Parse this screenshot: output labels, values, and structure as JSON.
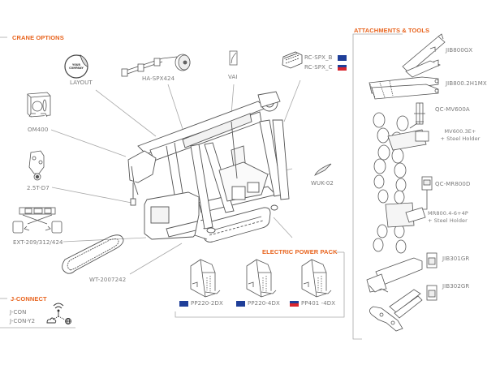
{
  "sections": {
    "crane_options": {
      "title": "CRANE OPTIONS",
      "items": [
        {
          "label": "LAYOUT",
          "badge": "YOUR COMPANY"
        },
        {
          "label": "HA-SPX424"
        },
        {
          "label": "VAI"
        },
        {
          "label": "RC-SPX_B",
          "flag": "eu"
        },
        {
          "label": "RC-SPX_C",
          "flag": "us"
        },
        {
          "label": "OM400"
        },
        {
          "label": "2.5T-D7"
        },
        {
          "label": "EXT-209/312/424"
        },
        {
          "label": "WT-2007242"
        },
        {
          "label": "WUK-02"
        }
      ]
    },
    "attachments_tools": {
      "title": "ATTACHMENTS & TOOLS",
      "items": [
        {
          "label": "JIB800GX"
        },
        {
          "label": "JIB800.2H1MX"
        },
        {
          "label": "QC-MV600A"
        },
        {
          "label": "MV600.3E+",
          "sub": "+ Steel Holder"
        },
        {
          "label": "QC-MR800D"
        },
        {
          "label": "MR800.4-6+4P",
          "sub": "+ Steel Holder"
        },
        {
          "label": "JIB301GR"
        },
        {
          "label": "JIB302GR"
        }
      ]
    },
    "electric_power_pack": {
      "title": "ELECTRIC POWER PACK",
      "items": [
        {
          "label": "PP220-2DX",
          "flag": "eu"
        },
        {
          "label": "PP220-4DX",
          "flag": "eu"
        },
        {
          "label": "PP401 -4DX",
          "flag": "us"
        }
      ]
    },
    "j_connect": {
      "title": "J-CONNECT",
      "items": [
        {
          "label": "J-CON"
        },
        {
          "label": "J-CON-Y2"
        }
      ]
    }
  },
  "colors": {
    "accent": "#e8641e",
    "text": "#7a7a7a",
    "line": "#9a9a9a",
    "eu_flag": "#1f3f99",
    "us_flag_red": "#d9252e"
  }
}
